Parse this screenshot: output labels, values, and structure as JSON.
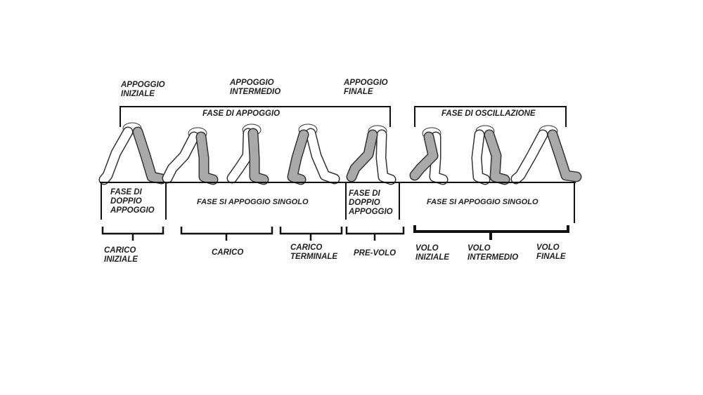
{
  "top_labels": {
    "appoggio_iniziale": [
      "APPOGGIO",
      "INIZIALE"
    ],
    "appoggio_intermedio": [
      "APPOGGIO",
      "INTERMEDIO"
    ],
    "appoggio_finale": [
      "APPOGGIO",
      "FINALE"
    ]
  },
  "phases": {
    "fase_appoggio": "FASE DI APPOGGIO",
    "fase_oscillazione": "FASE DI OSCILLAZIONE"
  },
  "support": {
    "doppio_1": [
      "FASE DI",
      "DOPPIO",
      "APPOGGIO"
    ],
    "singolo_1": "FASE SI APPOGGIO SINGOLO",
    "doppio_2": [
      "FASE DI",
      "DOPPIO",
      "APPOGGIO"
    ],
    "singolo_2": "FASE SI APPOGGIO SINGOLO"
  },
  "subphases": {
    "carico_iniziale": [
      "CARICO",
      "INIZIALE"
    ],
    "carico": "CARICO",
    "carico_terminale": [
      "CARICO",
      "TERMINALE"
    ],
    "pre_volo": "PRE-VOLO",
    "volo_iniziale": [
      "VOLO",
      "INIZIALE"
    ],
    "volo_intermedio": [
      "VOLO",
      "INTERMEDIO"
    ],
    "volo_finale": [
      "VOLO",
      "FINALE"
    ]
  },
  "colors": {
    "stance_leg": "#a9a9a9",
    "swing_leg": "#ffffff",
    "ink": "#111111"
  }
}
